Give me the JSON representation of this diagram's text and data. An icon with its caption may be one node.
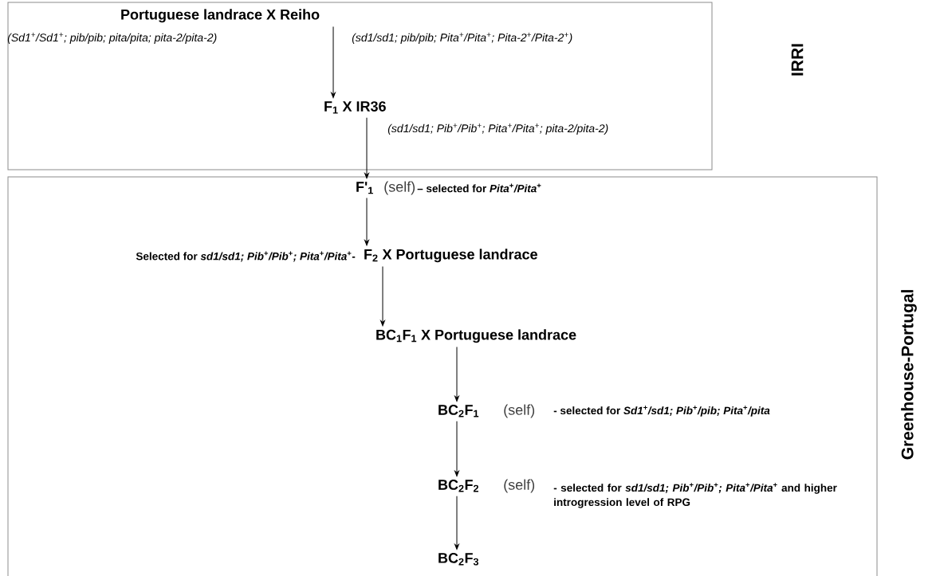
{
  "diagram": {
    "nodes": [
      {
        "text": [
          "IRRI"
        ]
      },
      {
        "text": [
          "Greenhouse-Portugal"
        ]
      },
      {
        "text": [
          "Portuguese landrace X Reiho"
        ],
        "in": 0,
        "beside": [
          "(Sd1$^{+}$/Sd1$^{+}$; pib/pib; pita/pita; pita-2/pita-2)",
          "(sd1/sd1; pib/pib; Pita$^{+}$/Pita$^{+}$; Pita-2$^{+}$/Pita-2$^{+}$)"
        ]
      },
      {
        "text": [
          "F$_{1}$ X IR36"
        ],
        "in": 0,
        "beside": [
          "(sd1/sd1; Pib$^{+}$/Pib$^{+}$; Pita$^{+}$/Pita$^{+}$; pita-2/pita-2)"
        ]
      },
      {
        "text": [
          "F'$_{1}$"
        ],
        "in": 1,
        "beside": [
          "(self)",
          "– selected for *Pita*$^{+}$*/Pita*$^{+}$"
        ]
      },
      {
        "text": [
          "F$_{2}$ X Portuguese landrace"
        ],
        "in": 1,
        "beside": [
          "Selected for *sd1/sd1; Pib*$^{+}$*/Pib*$^{+}$*; Pita*$^{+}$*/Pita*$^{+}$-"
        ]
      },
      {
        "text": [
          "BC$_{1}$F$_{1}$ X Portuguese landrace"
        ],
        "in": 1
      },
      {
        "text": [
          "BC$_{2}$F$_{1}$"
        ],
        "in": 1,
        "beside": [
          "(self)",
          "- selected for *Sd1*$^{+}$*/sd1; Pib*$^{+}$*/pib; Pita*$^{+}$*/pita*"
        ]
      },
      {
        "text": [
          "BC$_{2}$F$_{2}$"
        ],
        "in": 1,
        "beside": [
          "(self)",
          "- selected for *sd1/sd1; Pib*$^{+}$*/Pib*$^{+}$*; Pita*$^{+}$*/Pita*$^{+}$ and higher introgression level of RPG"
        ]
      },
      {
        "text": [
          "BC$_{2}$F$_{3}$"
        ],
        "in": 1
      }
    ],
    "edges": [
      {
        "from": 2,
        "to": 3,
        "arrow": "to"
      },
      {
        "from": 3,
        "to": 4,
        "arrow": "to"
      },
      {
        "from": 4,
        "to": 5,
        "arrow": "to"
      },
      {
        "from": 5,
        "to": 6,
        "arrow": "to"
      },
      {
        "from": 6,
        "to": 7,
        "arrow": "to"
      },
      {
        "from": 7,
        "to": 8,
        "arrow": "to"
      },
      {
        "from": 8,
        "to": 9,
        "arrow": "to"
      }
    ]
  }
}
